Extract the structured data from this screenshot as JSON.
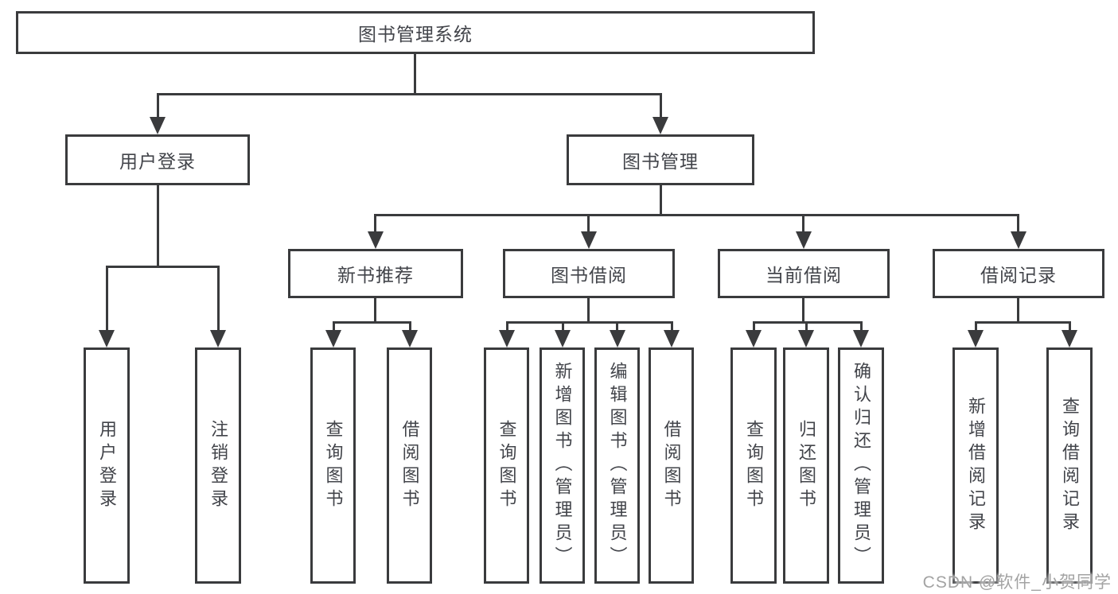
{
  "tree": {
    "root": {
      "label": "图书管理系统"
    },
    "branches": [
      {
        "label": "用户登录",
        "children": [
          {
            "label": "用户登录"
          },
          {
            "label": "注销登录"
          }
        ]
      },
      {
        "label": "图书管理",
        "children": [
          {
            "label": "新书推荐",
            "children": [
              {
                "label": "查询图书"
              },
              {
                "label": "借阅图书"
              }
            ]
          },
          {
            "label": "图书借阅",
            "children": [
              {
                "label": "查询图书"
              },
              {
                "label": "新增图书（管理员）"
              },
              {
                "label": "编辑图书（管理员）"
              },
              {
                "label": "借阅图书"
              }
            ]
          },
          {
            "label": "当前借阅",
            "children": [
              {
                "label": "查询图书"
              },
              {
                "label": "归还图书"
              },
              {
                "label": "确认归还（管理员）"
              }
            ]
          },
          {
            "label": "借阅记录",
            "children": [
              {
                "label": "新增借阅记录"
              },
              {
                "label": "查询借阅记录"
              }
            ]
          }
        ]
      }
    ]
  },
  "watermark": {
    "text": "CSDN @软件_小贺同学"
  },
  "colors": {
    "line": "#3a3b3d",
    "text": "#42444a",
    "background": "#ffffff",
    "watermark": "#a3a3a3"
  }
}
